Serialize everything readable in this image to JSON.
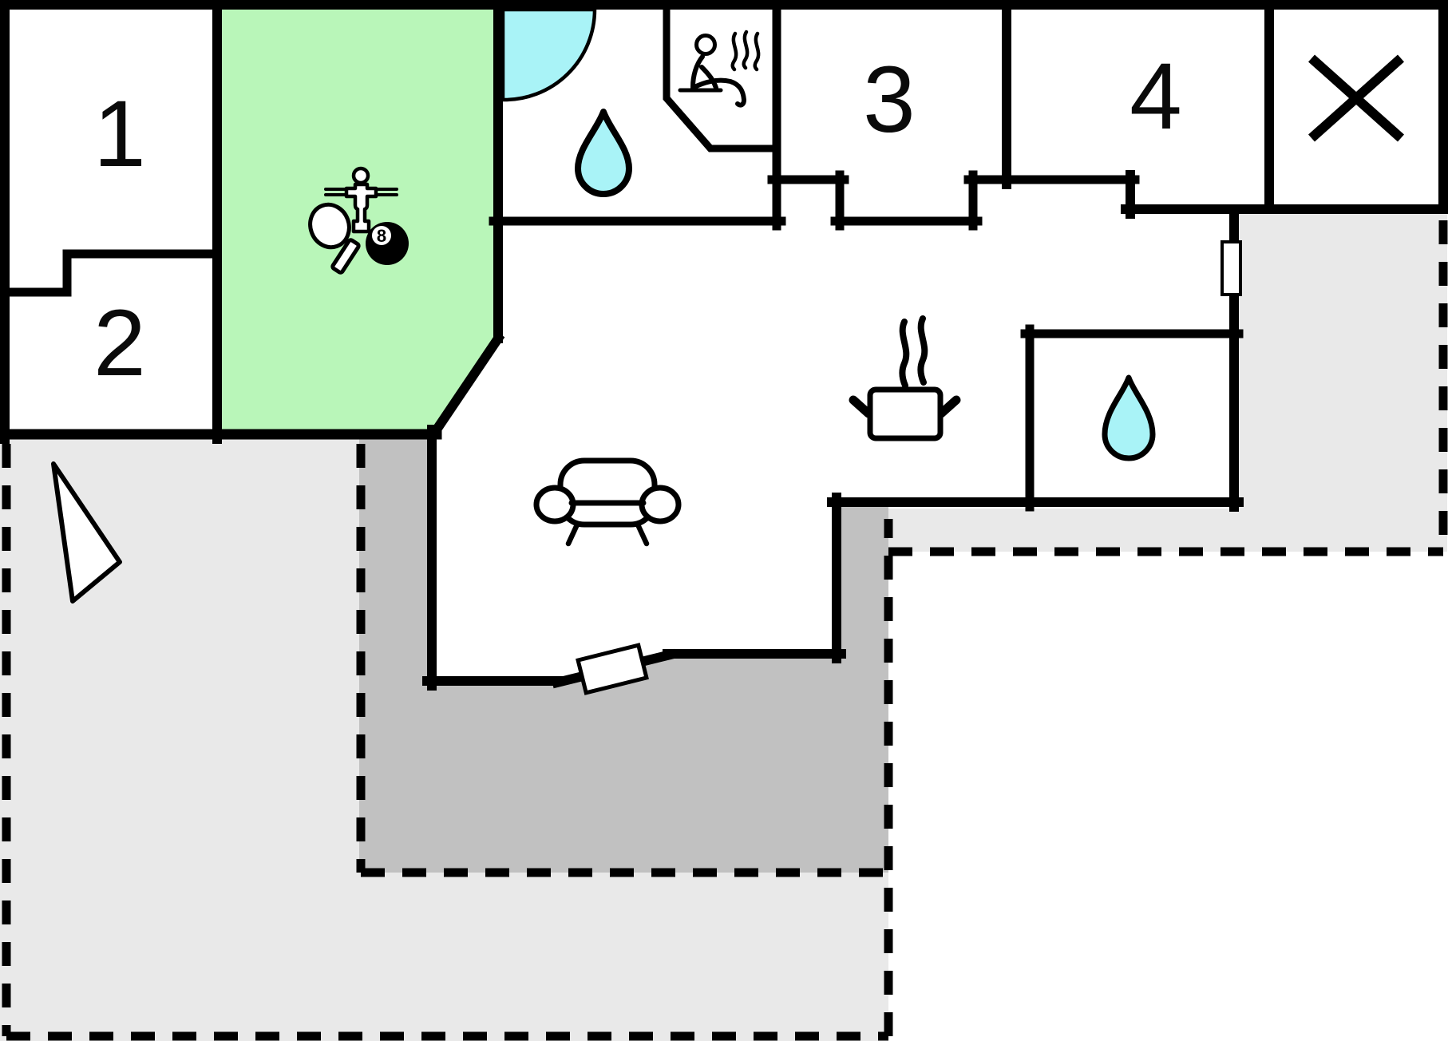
{
  "page": {
    "type": "floor-plan",
    "description": "Single-storey holiday house floor plan with four numbered rooms, game room, shower bathroom, sauna, WC, open living/kitchen area and two terraces"
  },
  "colors": {
    "wall": "#000000",
    "room_fill": "#ffffff",
    "game_room_green": "#b9f6b9",
    "water_cyan": "#a9f3f7",
    "terrace_light_gray": "#e9e9e9",
    "terrace_dark_gray": "#c1c1c1",
    "steam_gray": "#8a8a8a"
  },
  "rooms": [
    {
      "label": "1"
    },
    {
      "label": "2"
    },
    {
      "label": "3"
    },
    {
      "label": "4"
    }
  ],
  "eight_ball": {
    "label": "8"
  },
  "symbols": [
    {
      "name": "foosball-player-icon",
      "meaning": "table football in game room"
    },
    {
      "name": "table-tennis-paddle-icon",
      "meaning": "table tennis in game room"
    },
    {
      "name": "pool-8-ball-icon",
      "meaning": "billiards in game room"
    },
    {
      "name": "shower-corner-icon",
      "meaning": "shower in bathroom"
    },
    {
      "name": "water-drop-icon",
      "meaning": "water / bathroom"
    },
    {
      "name": "sauna-person-icon",
      "meaning": "sauna"
    },
    {
      "name": "cooking-pot-icon",
      "meaning": "kitchen"
    },
    {
      "name": "sofa-icon",
      "meaning": "living room"
    },
    {
      "name": "north-arrow-icon",
      "meaning": "orientation arrow on terrace"
    },
    {
      "name": "closed-room-x-icon",
      "meaning": "room not for guest use"
    }
  ]
}
